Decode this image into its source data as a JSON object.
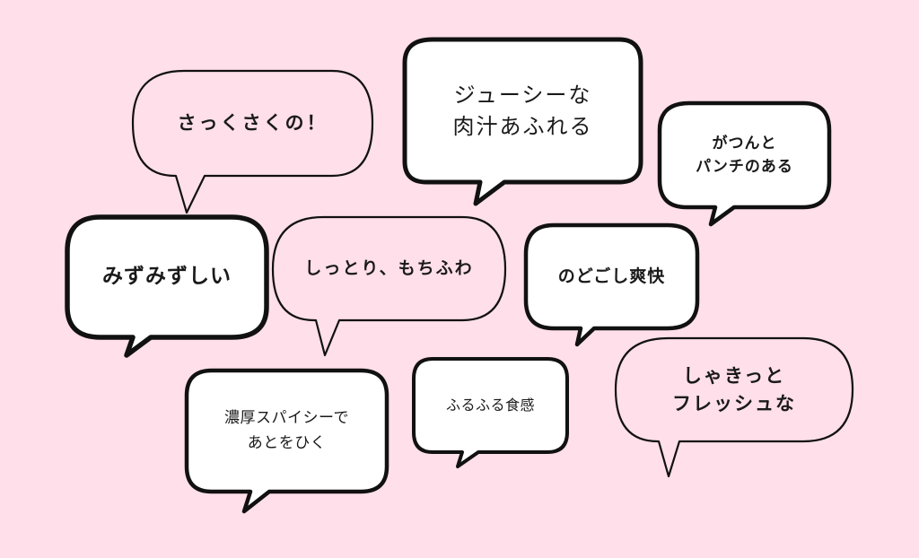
{
  "background_color": "#ffdfe9",
  "bubbles": [
    {
      "id": "sakusaku",
      "text": "さっくさくの！",
      "style": "oval-outline",
      "fill": "#ffdfe9"
    },
    {
      "id": "juicy",
      "text": "ジューシーな\n肉汁あふれる",
      "style": "rounded-rect-thick",
      "fill": "#ffffff"
    },
    {
      "id": "gatsun",
      "text": "がつんと\nパンチのある",
      "style": "rounded-rect-thick",
      "fill": "#ffffff"
    },
    {
      "id": "mizumizu",
      "text": "みずみずしい",
      "style": "rounded-rect-thick",
      "fill": "#ffffff"
    },
    {
      "id": "shittori",
      "text": "しっとり、もちふわ",
      "style": "oval-outline",
      "fill": "#ffdfe9"
    },
    {
      "id": "nodogoshi",
      "text": "のどごし爽快",
      "style": "rounded-rect-thick",
      "fill": "#ffffff"
    },
    {
      "id": "noukou",
      "text": "濃厚スパイシーで\nあとをひく",
      "style": "rounded-rect-thick",
      "fill": "#ffffff"
    },
    {
      "id": "furufuru",
      "text": "ふるふる食感",
      "style": "rounded-rect-thick",
      "fill": "#ffffff"
    },
    {
      "id": "shakitto",
      "text": "しゃきっと\nフレッシュな",
      "style": "oval-outline",
      "fill": "#ffdfe9"
    }
  ]
}
